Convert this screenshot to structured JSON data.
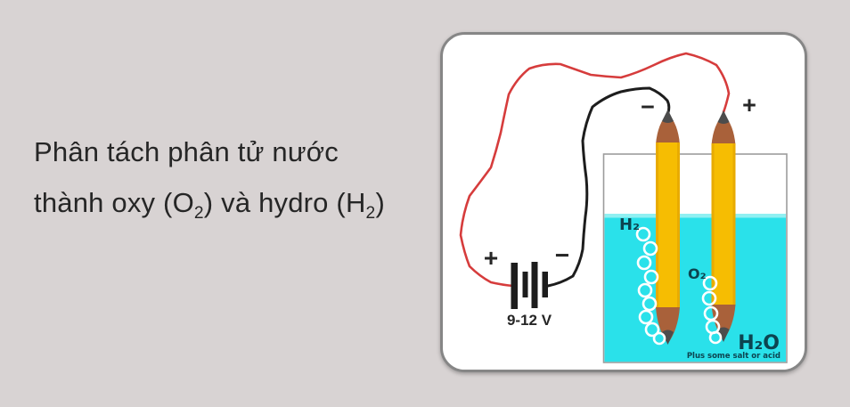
{
  "caption": {
    "line1": "Phân tách phân tử nước",
    "line2": {
      "a": "thành oxy (O",
      "sub1": "2",
      "b": ") và hydro (H",
      "sub2": "2",
      "c": ")"
    }
  },
  "panel": {
    "battery": {
      "plus": "+",
      "minus": "−",
      "voltage": "9-12 V"
    },
    "electrodes": {
      "cathode_sign": "−",
      "anode_sign": "+"
    },
    "water_labels": {
      "hydrogen": "H₂",
      "oxygen": "O₂",
      "water": "H₂O",
      "note": "Plus some salt or acid"
    }
  },
  "colors": {
    "page_bg": "#d8d3d3",
    "panel_bg": "#ffffff",
    "panel_border": "#868686",
    "container_border": "#9c9c9c",
    "water": "#2ae1ea",
    "water_surface": "#90f0f2",
    "pencil_body": "#f6bd02",
    "pencil_shade": "#e3a602",
    "pencil_cone": "#a9613a",
    "graphite": "#4c4c4c",
    "wire_red": "#d63c3c",
    "wire_black": "#1d1d1d",
    "ink": "#262626",
    "teal_label": "#0c4450",
    "bubble": "#ffffff"
  }
}
